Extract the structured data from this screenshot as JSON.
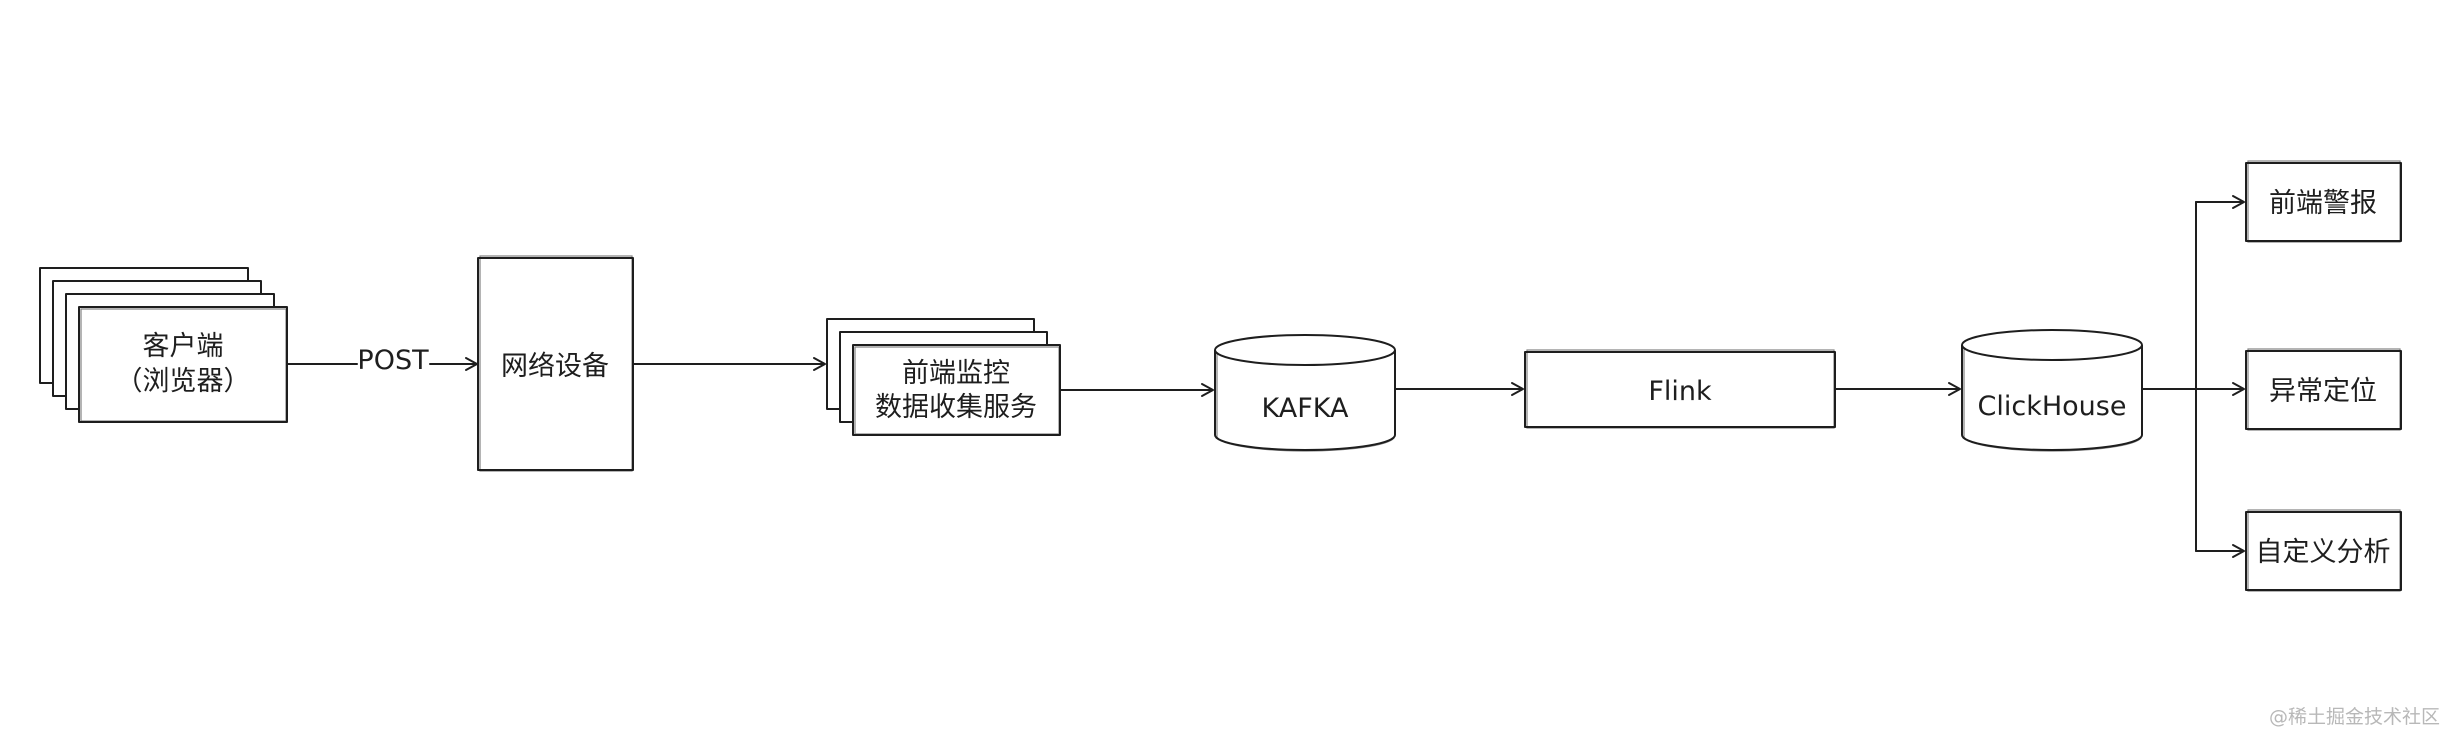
{
  "diagram": {
    "nodes": {
      "client": {
        "lines": [
          "客户端",
          "（浏览器）"
        ]
      },
      "network": {
        "lines": [
          "网络设备"
        ]
      },
      "collector": {
        "lines": [
          "前端监控",
          "数据收集服务"
        ]
      },
      "kafka": {
        "lines": [
          "KAFKA"
        ]
      },
      "flink": {
        "lines": [
          "Flink"
        ]
      },
      "clickhouse": {
        "lines": [
          "ClickHouse"
        ]
      },
      "alert": {
        "lines": [
          "前端警报"
        ]
      },
      "locate": {
        "lines": [
          "异常定位"
        ]
      },
      "analysis": {
        "lines": [
          "自定义分析"
        ]
      }
    },
    "edges": {
      "post_label": "POST"
    }
  },
  "watermark": "@稀土掘金技术社区"
}
